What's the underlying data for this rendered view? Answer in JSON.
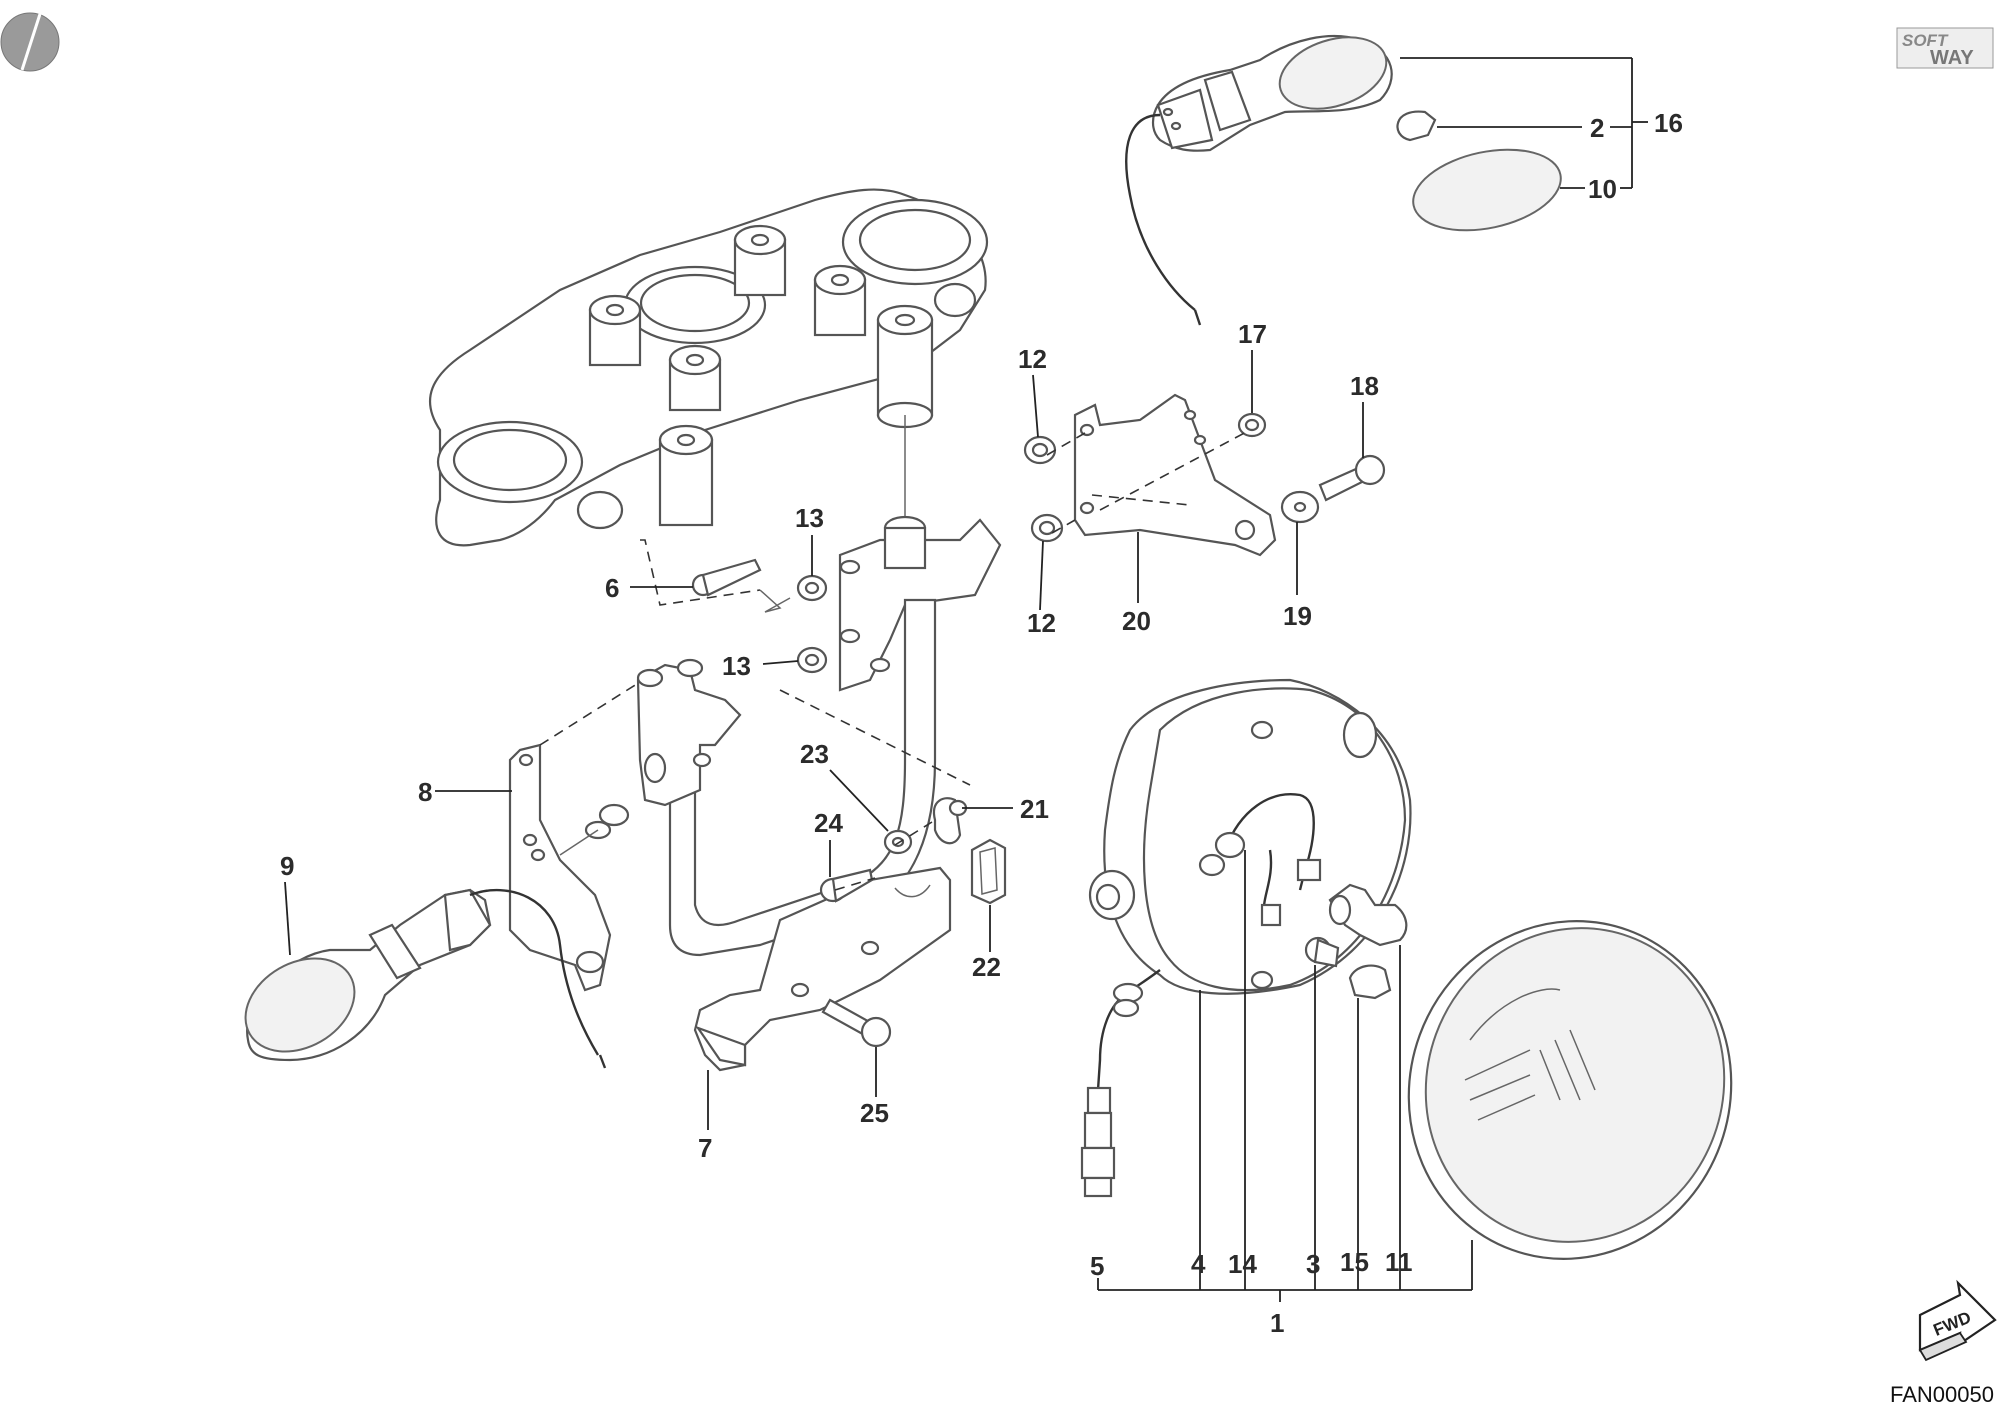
{
  "diagram": {
    "drawing_code": "FAN00050",
    "brand_logo_text_top": "SOFT",
    "brand_logo_text_bottom": "WAY",
    "fwd_arrow_text": "FWD",
    "callouts": {
      "c1": "1",
      "c2": "2",
      "c3": "3",
      "c4": "4",
      "c5": "5",
      "c6": "6",
      "c7": "7",
      "c8": "8",
      "c9": "9",
      "c10": "10",
      "c11": "11",
      "c12a": "12",
      "c12b": "12",
      "c13a": "13",
      "c13b": "13",
      "c14": "14",
      "c15": "15",
      "c16": "16",
      "c17": "17",
      "c18": "18",
      "c19": "19",
      "c20": "20",
      "c21": "21",
      "c22": "22",
      "c23": "23",
      "c24": "24",
      "c25": "25"
    }
  }
}
